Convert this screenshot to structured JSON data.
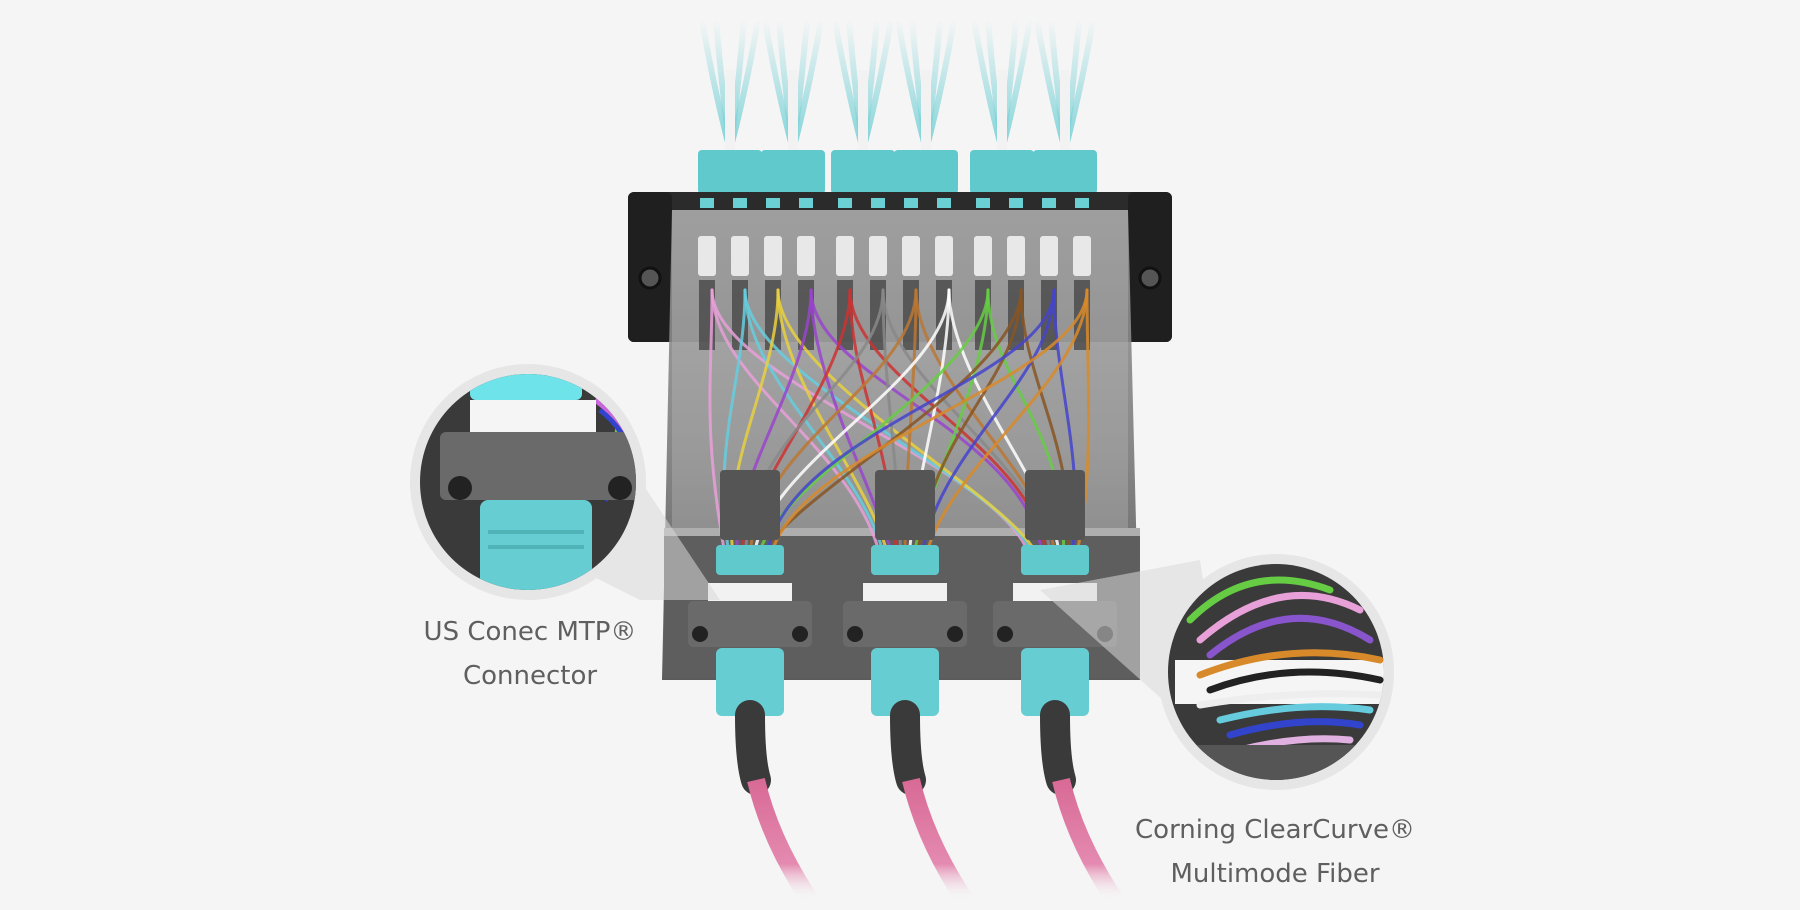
{
  "labels": {
    "connector": {
      "line1": "US Conec MTP®",
      "line2": "Connector"
    },
    "fiber": {
      "line1": "Corning ClearCurve®",
      "line2": "Multimode Fiber"
    }
  },
  "colors": {
    "background": "#f5f5f5",
    "aqua": "#5fc9cc",
    "cassette": "#3a3a3a",
    "magenta_cable": "#d86a96"
  }
}
